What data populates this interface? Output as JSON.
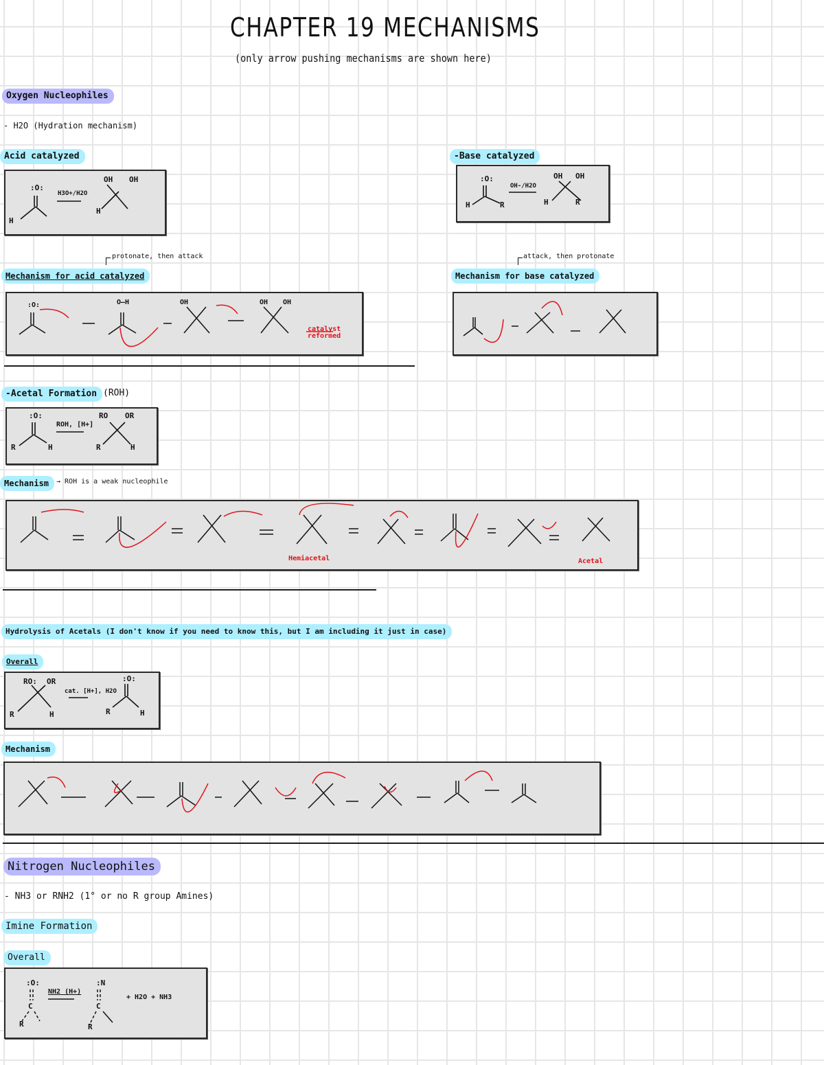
{
  "header": {
    "title": "CHAPTER 19 MECHANISMS",
    "subtitle": "(only arrow pushing mechanisms are shown here)"
  },
  "sections": {
    "oxygen": {
      "heading": "Oxygen Nucleophiles",
      "hydration_note": "- H2O (Hydration mechanism)",
      "acid_catalyzed": {
        "label": "Acid catalyzed",
        "reagent": "H3O+/H2O",
        "reactant": {
          "top": ":O:",
          "left": "H",
          "right": ""
        },
        "product": {
          "tl": "OH",
          "tr": "OH",
          "bl": "H",
          "br": ""
        }
      },
      "base_catalyzed": {
        "label": "-Base catalyzed",
        "reagent": "OH-/H2O",
        "reactant": {
          "top": ":O:",
          "left": "H",
          "right": "R"
        },
        "product": {
          "tl": "OH",
          "tr": "OH",
          "bl": "H",
          "br": "R"
        }
      },
      "mech_acid": {
        "label": "Mechanism for acid catalyzed",
        "callout": "protonate, then attack",
        "red_note_1": "catalyst",
        "red_note_2": "reformed"
      },
      "mech_base": {
        "label": "Mechanism for base catalyzed",
        "callout": "attack, then protonate"
      },
      "acetal": {
        "label": "-Acetal Formation",
        "side_note": "(ROH)",
        "reagent": "ROH, [H+]",
        "reactant": {
          "top": ":O:",
          "left": "R",
          "right": "H"
        },
        "product": {
          "tl": "RO",
          "tr": "OR",
          "bl": "R",
          "br": "H"
        },
        "mech_label": "Mechanism",
        "mech_note": "→ ROH is a weak nucleophile",
        "red_hemiacetal": "Hemiacetal",
        "red_acetal": "Acetal"
      },
      "hydrolysis": {
        "label": "Hydrolysis of Acetals (I don't know if you need to know this, but I am including it just in case)",
        "overall_label": "Overall",
        "reagent": "cat. [H+], H2O",
        "reactant": {
          "tl": "RO:",
          "tr": "OR",
          "bl": "R",
          "br": "H"
        },
        "product": {
          "top": ":O:",
          "left": "R",
          "right": "H"
        },
        "mech_label": "Mechanism"
      }
    },
    "nitrogen": {
      "heading": "Nitrogen Nucleophiles",
      "amine_note": "- NH3 or RNH2 (1° or no R group Amines)",
      "imine": {
        "label": "Imine Formation",
        "overall_label": "Overall",
        "reagent": "NH2 (H+)",
        "reactant": {
          "top": ":O:",
          "center": "C",
          "left": "R",
          "right": ""
        },
        "product": {
          "top": ":N",
          "center": "C",
          "left": "R",
          "right": ""
        },
        "byproducts": "+ H2O + NH3"
      }
    }
  },
  "colors": {
    "pill_purple": "#b9b9fb",
    "pill_cyan": "#aeefff",
    "arrow_red": "#e0141b",
    "box_fill": "#e3e3e3"
  }
}
